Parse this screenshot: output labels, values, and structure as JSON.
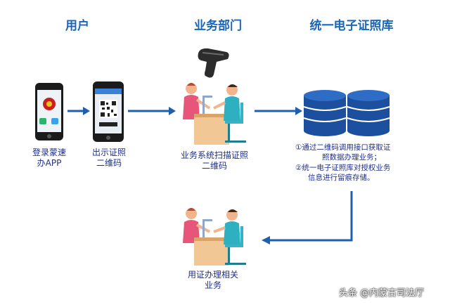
{
  "headings": {
    "user": "用户",
    "department": "业务部门",
    "library": "统一电子证照库"
  },
  "captions": {
    "login_app": [
      "登录蒙速",
      "办APP"
    ],
    "show_qr": [
      "出示证照",
      "二维码"
    ],
    "scan": [
      "业务系统扫描证照",
      "二维码"
    ],
    "use_license": [
      "用证办理相关",
      "业务"
    ]
  },
  "descriptions": {
    "step1": [
      "①通过二维码调用接口获取证",
      "照数据办理业务；"
    ],
    "step2": [
      "②统一电子证照库对授权业务",
      "信息进行留痕存储。"
    ]
  },
  "watermark": "头条 @内蒙古司法厅",
  "colors": {
    "arrow": "#1f5fae",
    "heading": "#1a66b8",
    "text": "#1f2f8a",
    "database": "#1c4f9e"
  }
}
